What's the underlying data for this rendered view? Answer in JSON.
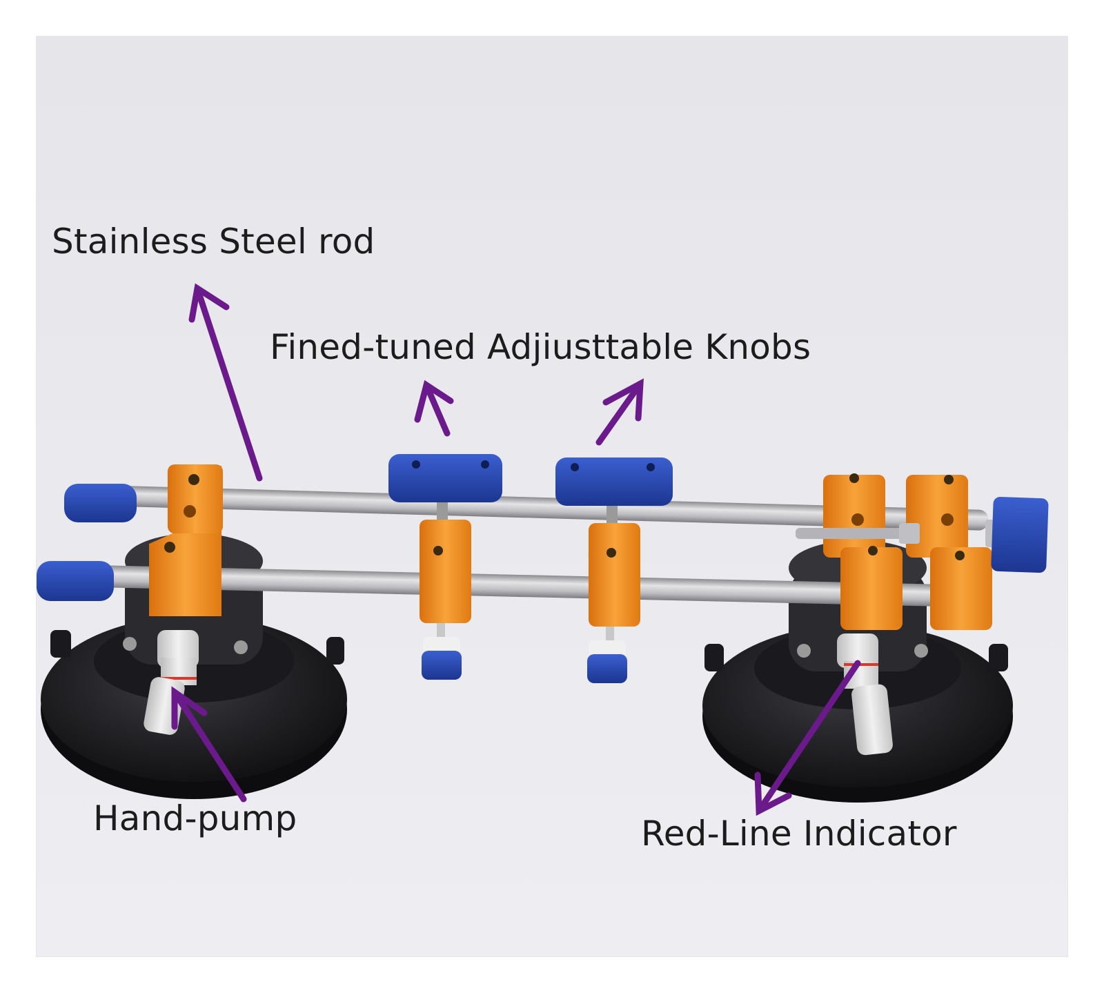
{
  "labels": {
    "steel_rod": "Stainless Steel rod",
    "knobs": "Fined-tuned Adjiusttable Knobs",
    "hand_pump": "Hand-pump",
    "indicator": "Red-Line Indicator"
  },
  "colors": {
    "background": "#e9e8ed",
    "arrow": "#6a1a8a",
    "aluminum_block": "#f3931e",
    "blue_cap": "#2a4cb0",
    "rod": "#c9c9cc",
    "suction_cup": "#1e1e22",
    "red_line": "#d63a2a"
  }
}
